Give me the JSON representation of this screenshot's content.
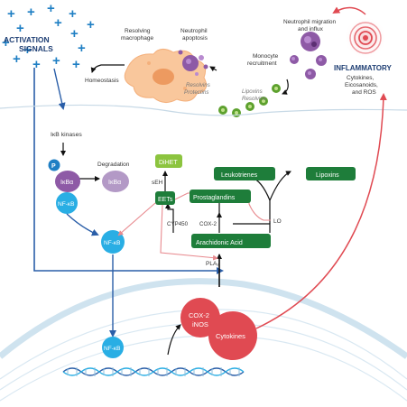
{
  "activation": {
    "line1": "ACTIVATION",
    "line2": "SIGNALS"
  },
  "inflammatory": {
    "title": "INFLAMMATORY",
    "line2": "Cytokines,",
    "line3": "Eicosanoids,",
    "line4": "and ROS"
  },
  "resolution": {
    "neutrophil_migration_1": "Neutrophil migration",
    "neutrophil_migration_2": "and influx",
    "monocyte_1": "Monocyte",
    "monocyte_2": "recruitment",
    "lipoxins_resolvins_1": "Lipoxins",
    "lipoxins_resolvins_2": "Resolvins",
    "neutrophil_apoptosis_1": "Neutrophil",
    "neutrophil_apoptosis_2": "apoptosis",
    "resolving_macrophage_1": "Resolving",
    "resolving_macrophage_2": "macrophage",
    "resolvins_protectins_1": "Resolvins",
    "resolvins_protectins_2": "Protectins",
    "homeostasis": "Homeostasis"
  },
  "pathway": {
    "ikb_kinases": "IκB kinases",
    "p": "P",
    "ikba": "IκBα",
    "nfkb": "NF-κB",
    "degradation": "Degradation",
    "ikba_degraded": "IκBα",
    "nfkb_cytoplasm": "NF-κB",
    "nfkb_nucleus": "NF-κB",
    "dihet": "DiHET",
    "seh": "sEH",
    "eets": "EETs",
    "cyp450": "CYP450",
    "cox2_label": "COX-2",
    "prostaglandins": "Prostaglandins",
    "leukotrienes": "Leukotrienes",
    "lipoxins": "Lipoxins",
    "lo": "LO",
    "arachidonic_acid": "Arachidonic Acid",
    "pla2": "PLA₂",
    "cox2_inos_1": "COX-2",
    "cox2_inos_2": "iNOS",
    "cytokines": "Cytokines"
  },
  "colors": {
    "blue_line": "#2a5ea8",
    "purple": "#8e5aa6",
    "cyan": "#29aee4",
    "green_dark": "#1e7d3a",
    "green_light": "#8cc43f",
    "red": "#e04a52",
    "signal_blue": "#1f7fc4"
  }
}
